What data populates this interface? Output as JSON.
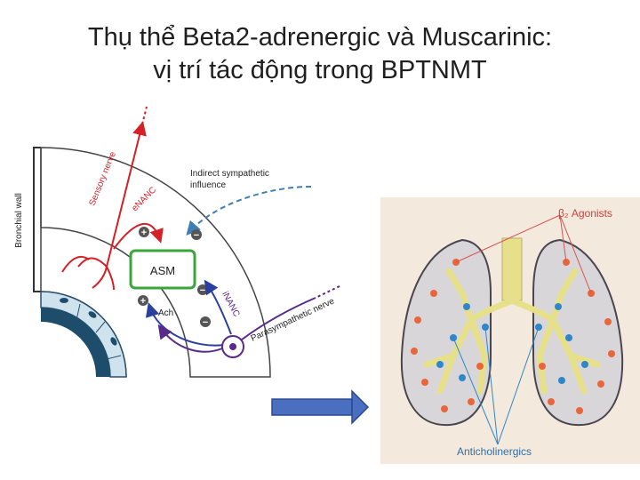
{
  "title": {
    "line1": "Thụ thể Beta2-adrenergic và Muscarinic:",
    "line2": "vị trí tác động trong BPTNMT"
  },
  "left_diagram": {
    "bronchial_wall_label": "Bronchial wall",
    "sensory_nerve_label": "Sensory nerve",
    "enanc_label": "eNANC",
    "indirect_sympathetic_label_line1": "Indirect sympathetic",
    "indirect_sympathetic_label_line2": "influence",
    "asm_label": "ASM",
    "inanc_label": "iNANC",
    "ach_label": "Ach",
    "parasympathetic_label": "Parasympathetic nerve",
    "plus_sign": "+",
    "minus_sign": "−"
  },
  "right_diagram": {
    "beta2_agonists_label": "β₂ Agonists",
    "anticholinergics_label": "Anticholinergics"
  },
  "colors": {
    "sensory": "#d62027",
    "sympathetic": "#3d7fb5",
    "asm": "#3aa53a",
    "parasympathetic": "#5a2a8a",
    "ach_arrow": "#2a3fa0",
    "arrow_fill": "#4a6fc0",
    "lung_bg": "#f3e9dc",
    "airway": "#e7e08a",
    "orange_dot": "#e8663a",
    "blue_dot": "#2f86c9"
  }
}
